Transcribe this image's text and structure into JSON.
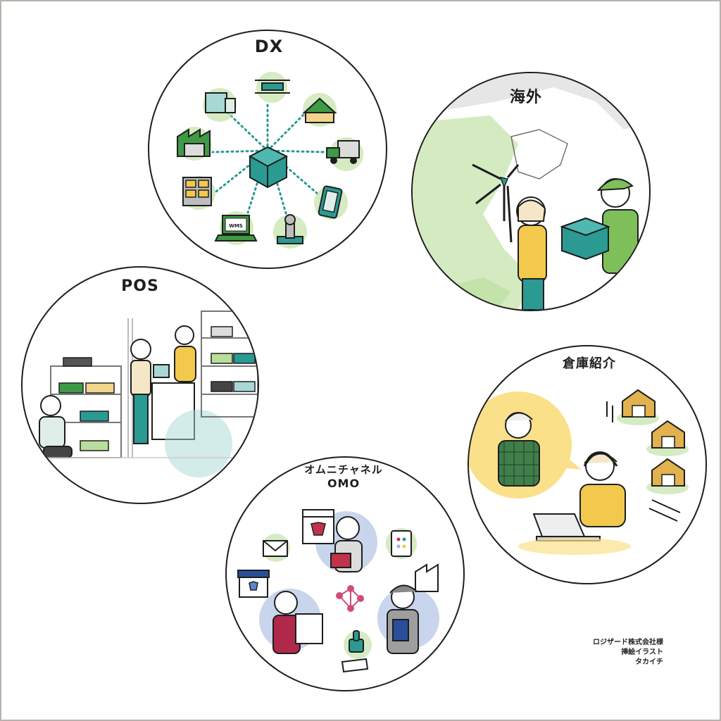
{
  "labels": {
    "dx": "DX",
    "overseas": "海外",
    "pos": "POS",
    "warehouse_intro": "倉庫紹介",
    "omni_line1": "オムニチャネル",
    "omni_line2": "OMO"
  },
  "laptop_screen_text": "WMS",
  "credit": {
    "line1": "ロジザード株式会社様",
    "line2": "挿絵イラスト",
    "line3": "タカイチ"
  },
  "colors": {
    "teal": "#2a9a93",
    "green": "#3f9a45",
    "light_green": "#b9dd9a",
    "yellow": "#f2c94c",
    "gray": "#dcdcdc",
    "blue_dot": "#9bb3dc",
    "outline": "#1e1e1e"
  }
}
